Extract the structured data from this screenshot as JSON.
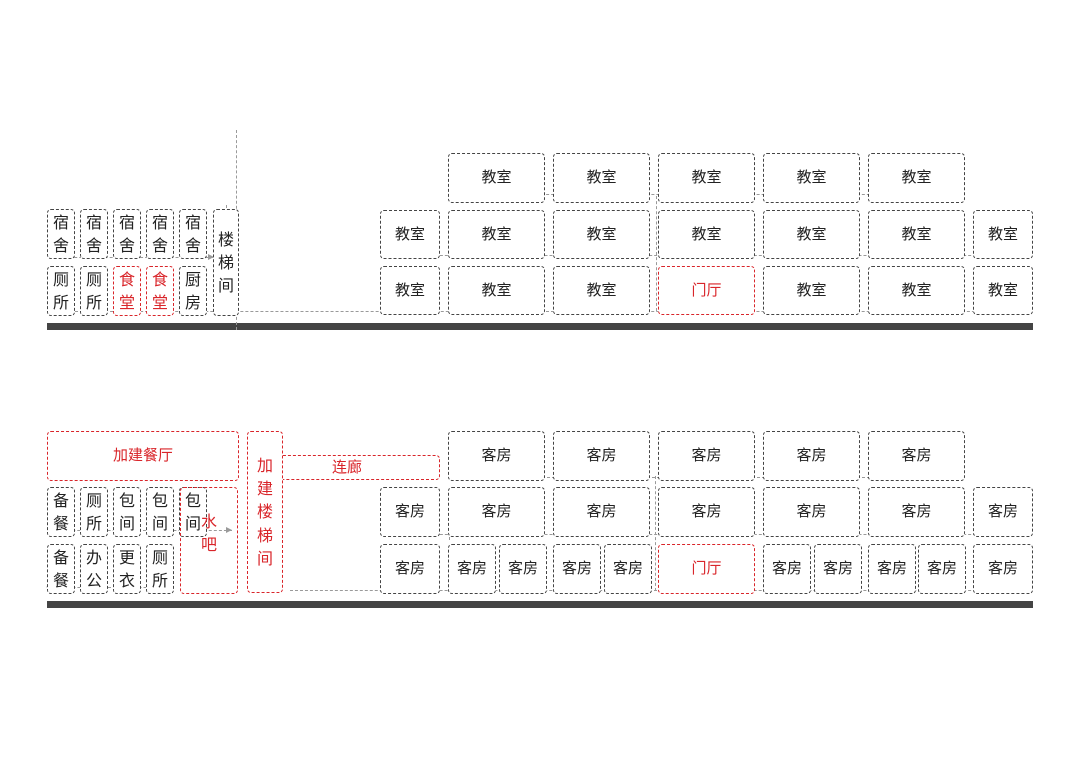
{
  "diagrams": [
    {
      "name": "school-section",
      "rooms": [
        {
          "label": "宿舍"
        },
        {
          "label": "宿舍"
        },
        {
          "label": "宿舍"
        },
        {
          "label": "宿舍"
        },
        {
          "label": "宿舍"
        },
        {
          "label": "厕所"
        },
        {
          "label": "厕所"
        },
        {
          "label": "食堂",
          "highlight": true
        },
        {
          "label": "食堂",
          "highlight": true
        },
        {
          "label": "厨房"
        },
        {
          "label": "楼梯间"
        },
        {
          "label": "教室"
        },
        {
          "label": "教室"
        },
        {
          "label": "教室"
        },
        {
          "label": "教室"
        },
        {
          "label": "教室"
        },
        {
          "label": "教室"
        },
        {
          "label": "教室"
        },
        {
          "label": "教室"
        },
        {
          "label": "教室"
        },
        {
          "label": "教室"
        },
        {
          "label": "教室"
        },
        {
          "label": "教室"
        },
        {
          "label": "教室"
        },
        {
          "label": "教室"
        },
        {
          "label": "教室"
        },
        {
          "label": "门厅",
          "highlight": true
        },
        {
          "label": "教室"
        },
        {
          "label": "教室"
        },
        {
          "label": "教室"
        }
      ]
    },
    {
      "name": "hotel-section",
      "rooms": [
        {
          "label": "加建餐厅",
          "highlight": true
        },
        {
          "label": "连廊",
          "highlight": true
        },
        {
          "label": "加建楼梯间",
          "highlight": true
        },
        {
          "label": "备餐"
        },
        {
          "label": "厕所"
        },
        {
          "label": "包间"
        },
        {
          "label": "包间"
        },
        {
          "label": "包间"
        },
        {
          "label": "备餐"
        },
        {
          "label": "办公"
        },
        {
          "label": "更衣"
        },
        {
          "label": "厕所"
        },
        {
          "label": "水吧",
          "highlight": true
        },
        {
          "label": "客房"
        },
        {
          "label": "客房"
        },
        {
          "label": "客房"
        },
        {
          "label": "客房"
        },
        {
          "label": "客房"
        },
        {
          "label": "客房"
        },
        {
          "label": "客房"
        },
        {
          "label": "客房"
        },
        {
          "label": "客房"
        },
        {
          "label": "客房"
        },
        {
          "label": "客房"
        },
        {
          "label": "客房"
        },
        {
          "label": "客房"
        },
        {
          "label": "客房"
        },
        {
          "label": "客房"
        },
        {
          "label": "客房"
        },
        {
          "label": "客房"
        },
        {
          "label": "门厅",
          "highlight": true
        },
        {
          "label": "客房"
        },
        {
          "label": "客房"
        },
        {
          "label": "客房"
        },
        {
          "label": "客房"
        },
        {
          "label": "客房"
        }
      ]
    }
  ]
}
